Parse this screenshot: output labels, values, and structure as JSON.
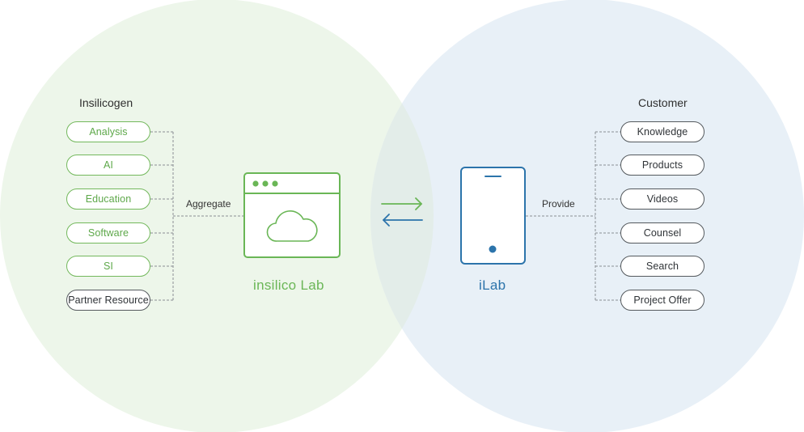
{
  "left_group": {
    "title": "Insilicogen",
    "items": [
      "Analysis",
      "AI",
      "Education",
      "Software",
      "SI",
      "Partner Resource"
    ]
  },
  "right_group": {
    "title": "Customer",
    "items": [
      "Knowledge",
      "Products",
      "Videos",
      "Counsel",
      "Search",
      "Project Offer"
    ]
  },
  "left_edge_label": "Aggregate",
  "right_edge_label": "Provide",
  "left_node": {
    "label": "insilico Lab",
    "icon": "cloud-browser-window-icon"
  },
  "right_node": {
    "label": "iLab",
    "icon": "mobile-device-icon"
  },
  "exchange": {
    "icon": "bidirectional-arrows-icon"
  },
  "colors": {
    "left_circle": "#edf6ea",
    "right_circle": "#e8f0f7",
    "overlap": "#e3ede9",
    "green_accent": "#6ab656",
    "blue_accent": "#2c74ab",
    "dark_outline": "#555a5e"
  }
}
